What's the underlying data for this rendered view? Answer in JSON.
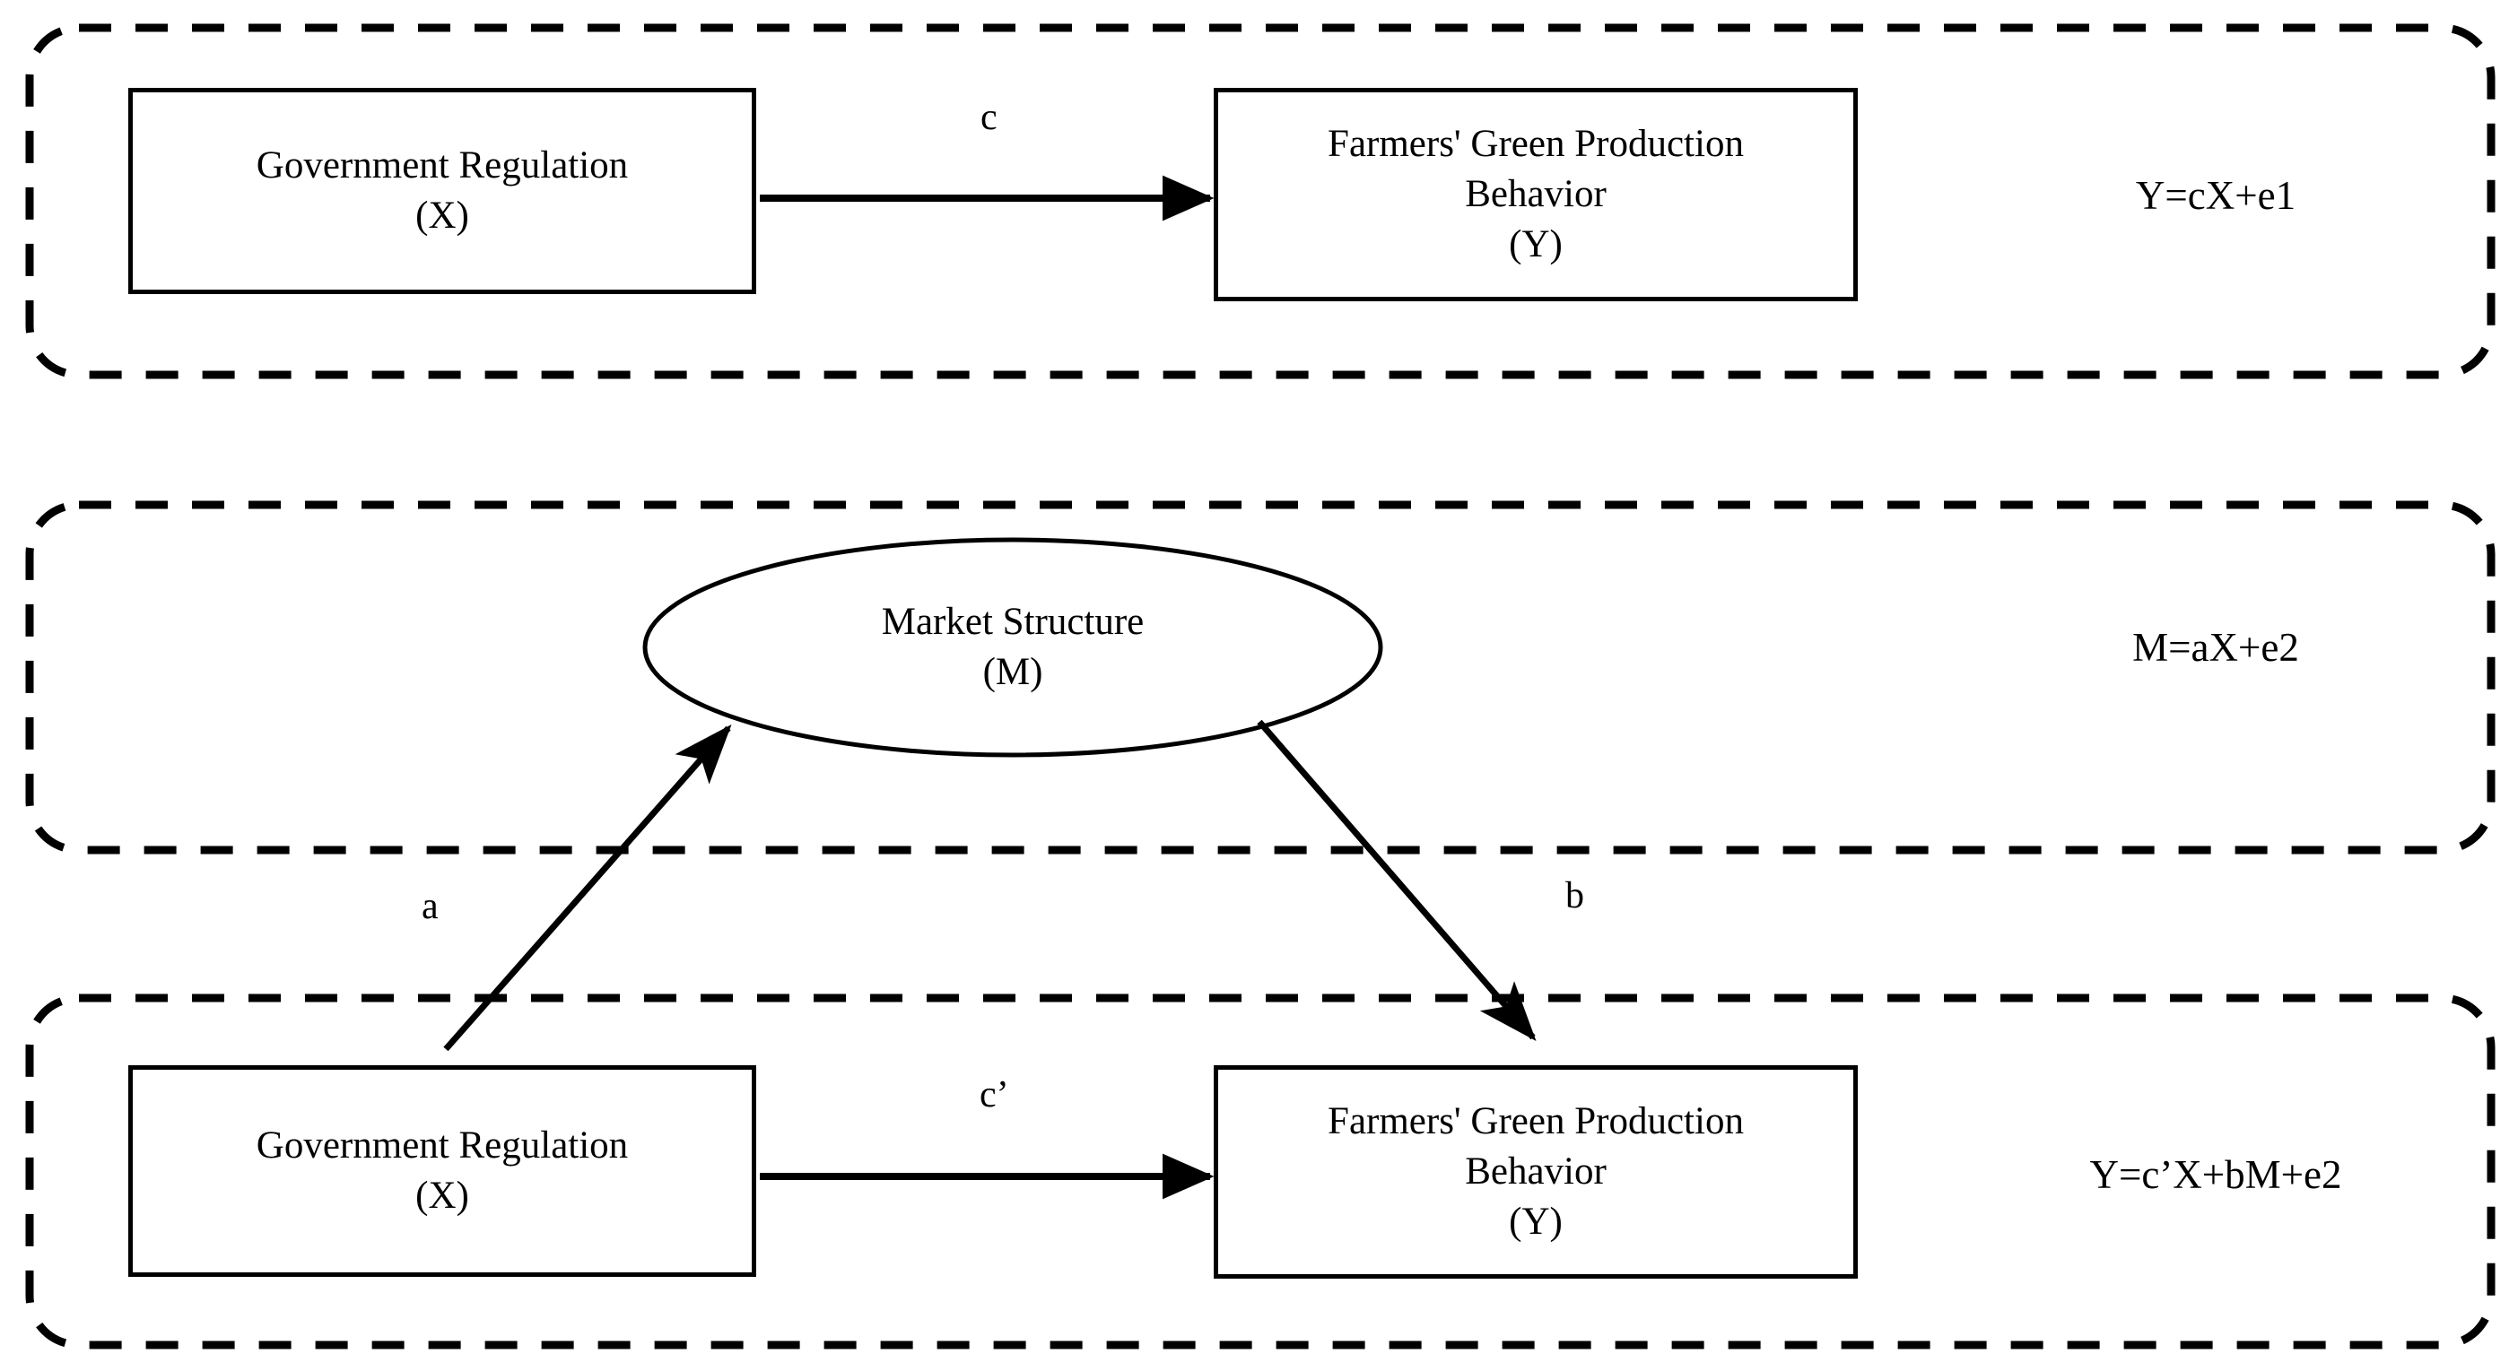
{
  "figure": {
    "type": "mediation-path-diagram",
    "background_color": "#ffffff",
    "stroke_color": "#000000"
  },
  "panels": [
    {
      "id": "total-effect-panel",
      "equation": "Y=cX+e1",
      "nodes": [
        {
          "id": "x-node-top",
          "shape": "rectangle",
          "line1": "Government Regulation",
          "line2": "(X)"
        },
        {
          "id": "y-node-top",
          "shape": "rectangle",
          "line1": "Farmers' Green Production",
          "line2": "Behavior",
          "line3": "(Y)"
        }
      ],
      "edges": [
        {
          "id": "path-c",
          "label": "c",
          "from": "x-node-top",
          "to": "y-node-top"
        }
      ]
    },
    {
      "id": "mediator-panel",
      "equation": "M=aX+e2",
      "nodes": [
        {
          "id": "m-node",
          "shape": "ellipse",
          "line1": "Market Structure",
          "line2": "(M)"
        }
      ],
      "edges": []
    },
    {
      "id": "direct-effect-panel",
      "equation": "Y=c’X+bM+e2",
      "nodes": [
        {
          "id": "x-node-bottom",
          "shape": "rectangle",
          "line1": "Government Regulation",
          "line2": "(X)"
        },
        {
          "id": "y-node-bottom",
          "shape": "rectangle",
          "line1": "Farmers' Green Production",
          "line2": "Behavior",
          "line3": "(Y)"
        }
      ],
      "edges": [
        {
          "id": "path-c-prime",
          "label": "c’",
          "from": "x-node-bottom",
          "to": "y-node-bottom"
        }
      ]
    }
  ],
  "cross_panel_edges": [
    {
      "id": "path-a",
      "label": "a",
      "from": "x-node-bottom",
      "to": "m-node"
    },
    {
      "id": "path-b",
      "label": "b",
      "from": "m-node",
      "to": "y-node-bottom"
    }
  ]
}
